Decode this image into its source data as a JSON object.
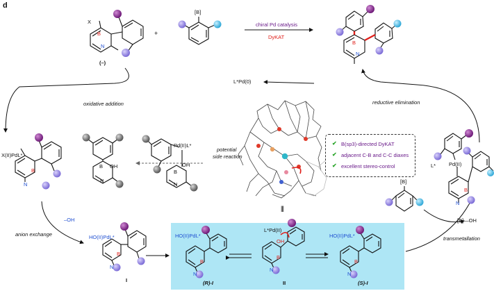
{
  "panel_letter": "d",
  "top": {
    "reagent_plus": "+",
    "substrate_label": "(–)",
    "x_label": "X",
    "boron_label": "[B]",
    "arrow_top": "chiral Pd catalysis",
    "arrow_bottom": "DyKAT"
  },
  "cycle": {
    "catalyst": "L*Pd(0)",
    "oxidative_addition": "oxidative addition",
    "reductive_elimination": "reductive elimination",
    "anion_exchange": "anion exchange",
    "transmetallation": "transmetallation",
    "hydroxide": "–OH",
    "boron_byproduct": "[B]—OH",
    "potential_side_reaction_1": "potential",
    "potential_side_reaction_2": "side reaction",
    "oa_complex": "X(II)PdL*",
    "side_complex": "Pd(II)L*",
    "ho_complex": "HO(II)PdL*",
    "pd_iii_label": "L*Pd(II)",
    "tm_label": "L*",
    "tm_pd": "Pd(II)",
    "equiv": "|||"
  },
  "checklist": [
    "B(sp3)-directed DyKAT",
    "adjacent C-B and C-C diaxes",
    "excellent stereo-control"
  ],
  "compounds": {
    "I": "I",
    "RI": "(R)-I",
    "II": "II",
    "SI": "(S)-I"
  },
  "atoms": {
    "B": "B",
    "N": "N",
    "OH": "OH"
  },
  "colors": {
    "purple_ball": "#8e2a93",
    "lavender_ball": "#9d8ee6",
    "cyan_ball": "#5cc8ee",
    "gray_ball": "#8a8a8a",
    "red_bond": "#e0201b",
    "blue_box": "#aee6f5"
  }
}
